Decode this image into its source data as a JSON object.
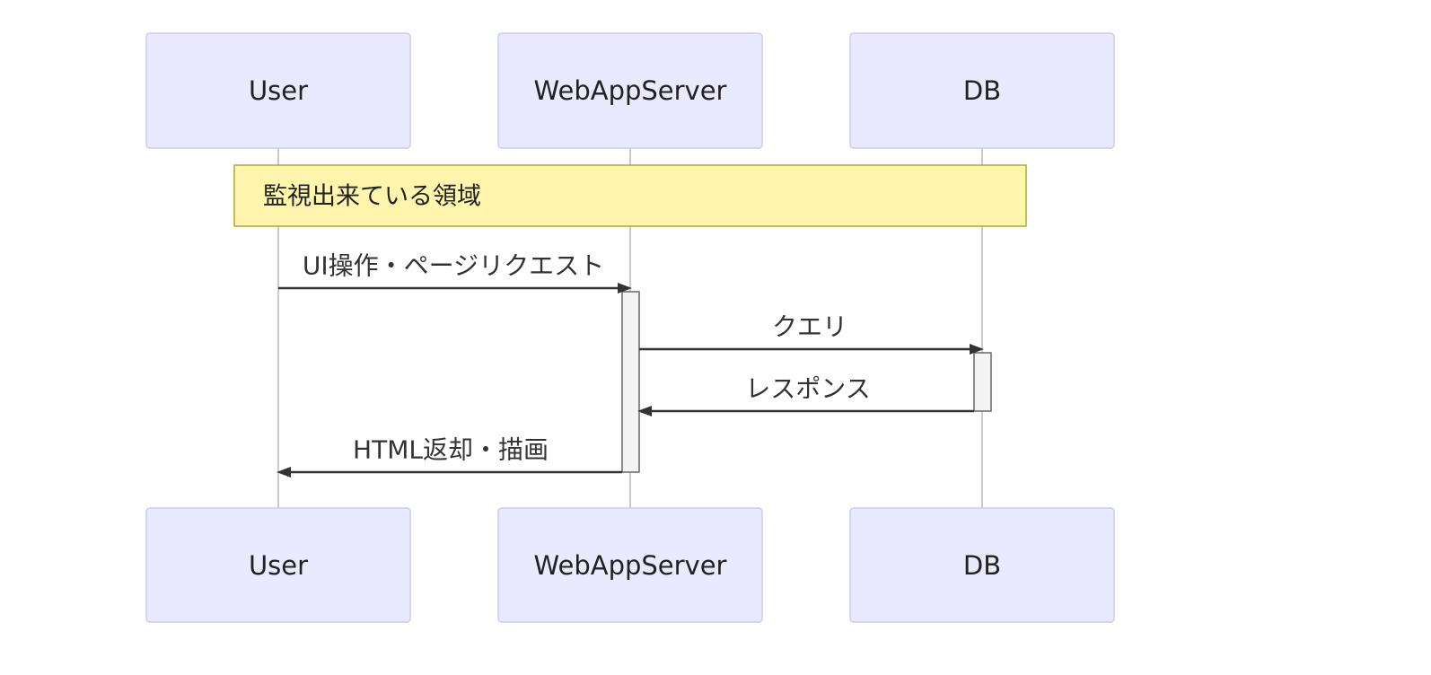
{
  "diagram": {
    "type": "sequence",
    "participants": [
      {
        "id": "user",
        "label": "User"
      },
      {
        "id": "web",
        "label": "WebAppServer"
      },
      {
        "id": "db",
        "label": "DB"
      }
    ],
    "note": {
      "text": "監視出来ている領域",
      "span": [
        "user",
        "db"
      ],
      "color": "#fff5ad"
    },
    "messages": [
      {
        "from": "user",
        "to": "web",
        "label": "UI操作・ページリクエスト"
      },
      {
        "from": "web",
        "to": "db",
        "label": "クエリ"
      },
      {
        "from": "db",
        "to": "web",
        "label": "レスポンス"
      },
      {
        "from": "web",
        "to": "user",
        "label": "HTML返却・描画"
      }
    ],
    "colors": {
      "actor_fill": "#eaeaff",
      "actor_stroke": "#c9c9ff",
      "note_fill": "#fff5ad",
      "note_stroke": "#aaaa33",
      "line": "#333333"
    }
  }
}
